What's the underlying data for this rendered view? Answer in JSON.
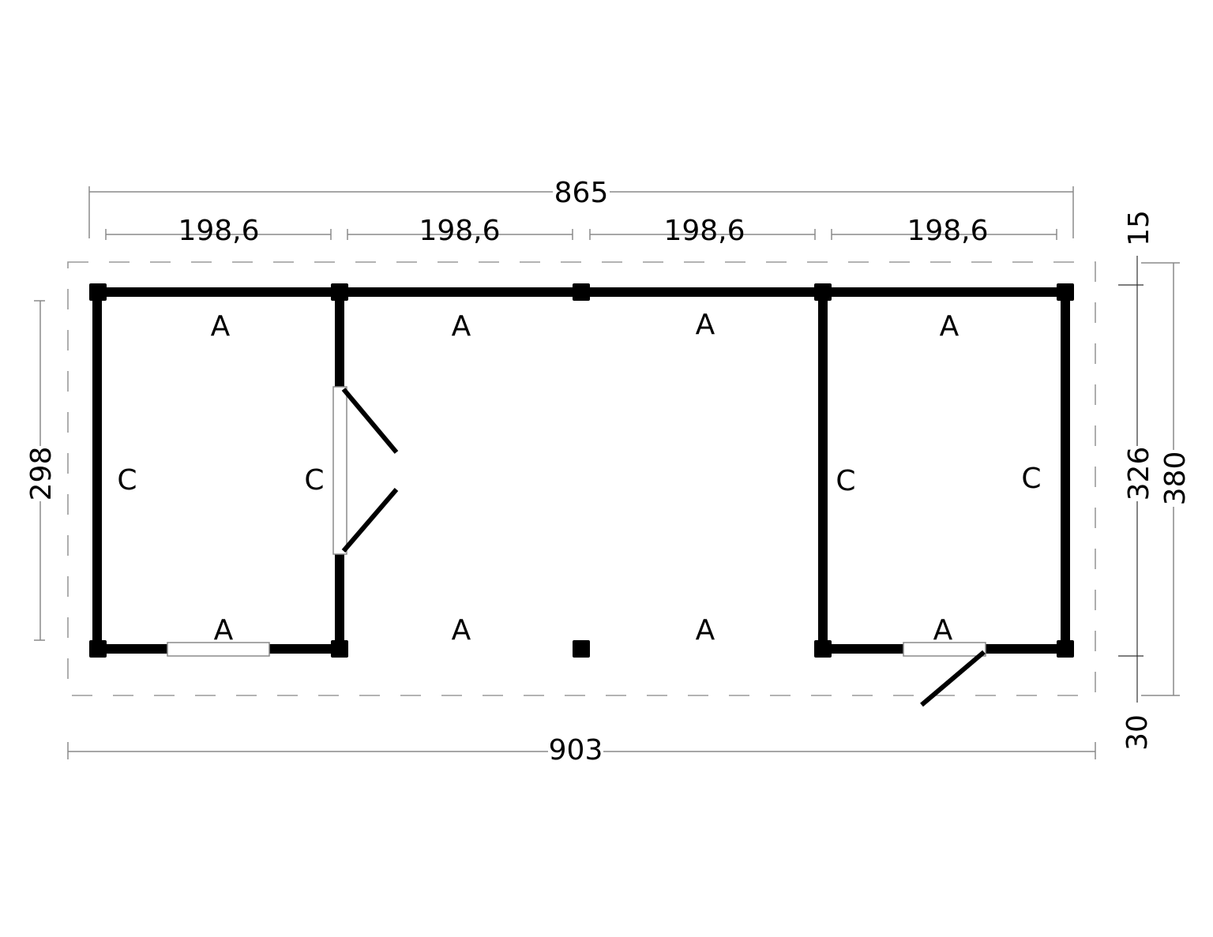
{
  "dimensions": {
    "top_total": "865",
    "top_segments": [
      "198,6",
      "198,6",
      "198,6",
      "198,6"
    ],
    "bottom_total": "903",
    "left_height": "298",
    "right_inner_height": "326",
    "right_outer_height": "380",
    "right_top_overhang": "15",
    "right_bottom_overhang": "30"
  },
  "wall_labels": {
    "top": [
      "A",
      "A",
      "A",
      "A"
    ],
    "bottom": [
      "A",
      "A",
      "A",
      "A"
    ],
    "sides": [
      "C",
      "C",
      "C",
      "C"
    ]
  },
  "colors": {
    "wall": "#000000",
    "dimension_line": "#8a8a8a",
    "roof_outline": "#9a9a9a",
    "background": "#ffffff"
  }
}
